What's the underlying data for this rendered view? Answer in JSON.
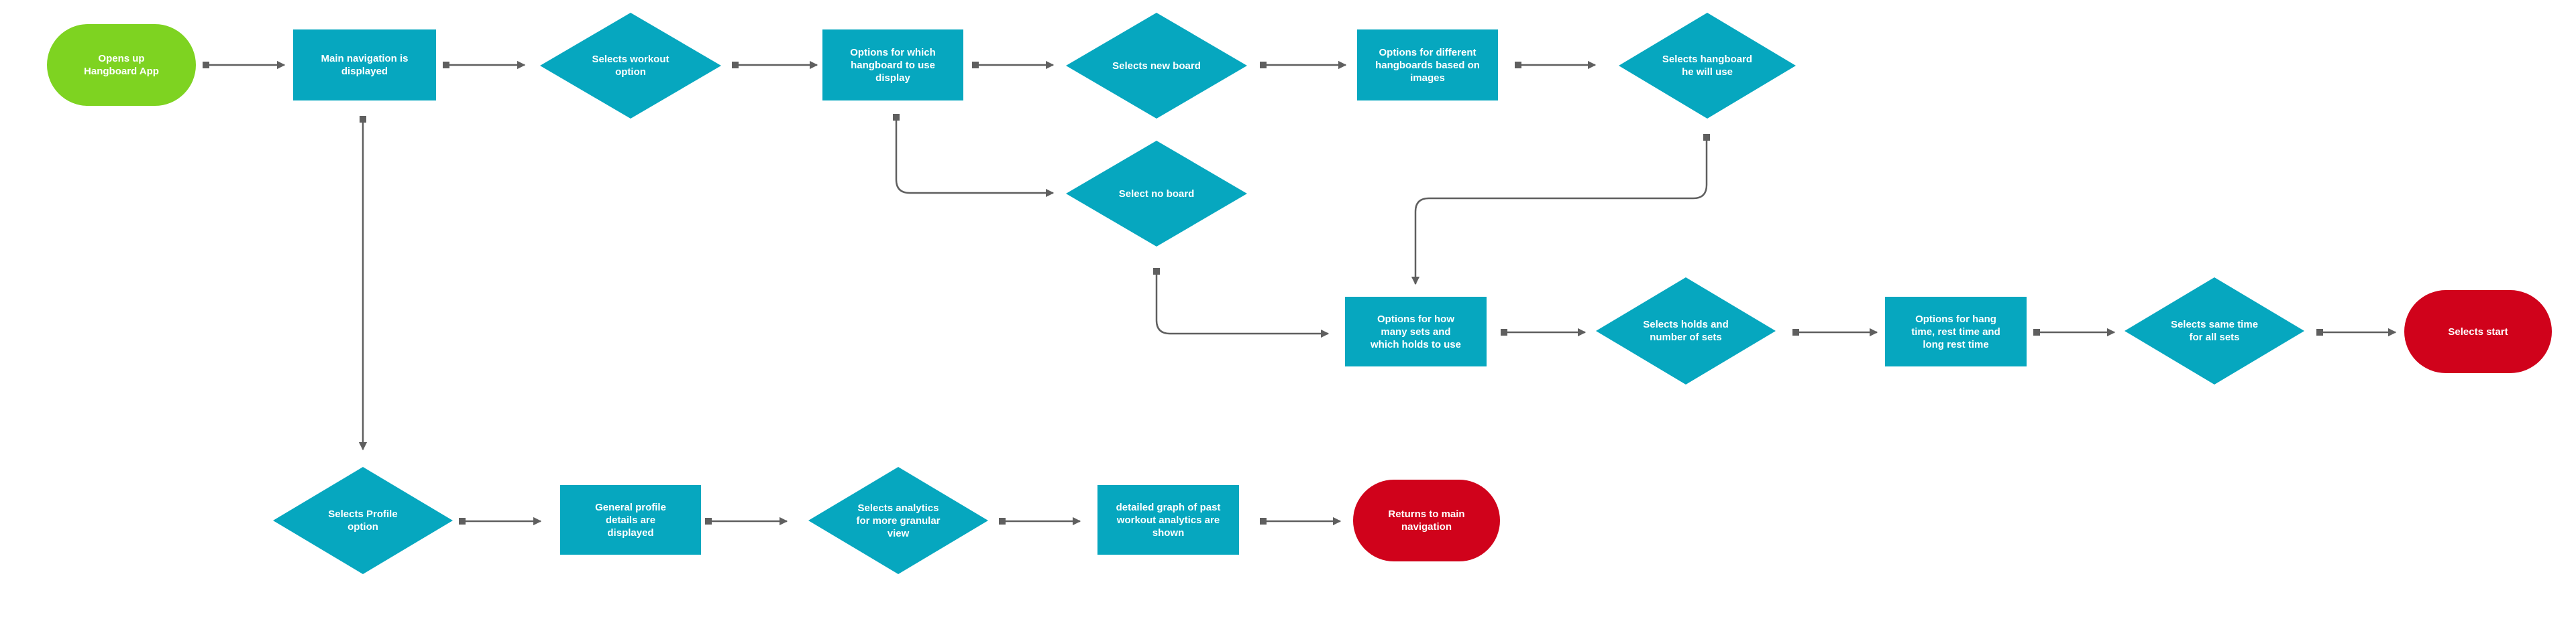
{
  "colors": {
    "process": "#06a7bf",
    "start": "#7ed321",
    "end": "#d0021b",
    "connector": "#5f5f5f",
    "text": "#ffffff"
  },
  "nodes": {
    "opens_app": "Opens up\nHangboard App",
    "main_nav": "Main navigation is\ndisplayed",
    "select_workout": "Selects workout\noption",
    "hangboard_options": "Options for which\nhangboard to use\ndisplay",
    "select_new_board": "Selects new board",
    "different_hangboards": "Options for different\nhangboards based on\nimages",
    "select_hangboard": "Selects hangboard\nhe will use",
    "select_no_board": "Select no board",
    "sets_holds_options": "Options for how\nmany sets and\nwhich holds to use",
    "select_holds_sets": "Selects holds and\nnumber of sets",
    "hang_time_options": "Options for hang\ntime, rest time and\nlong rest time",
    "select_same_time": "Selects same time\nfor all sets",
    "select_start": "Selects start",
    "select_profile": "Selects Profile\noption",
    "profile_details": "General profile\ndetails are\ndisplayed",
    "select_analytics": "Selects analytics\nfor more granular\nview",
    "analytics_graph": "detailed graph of past\nworkout analytics are\nshown",
    "return_nav": "Returns to main\nnavigation"
  }
}
